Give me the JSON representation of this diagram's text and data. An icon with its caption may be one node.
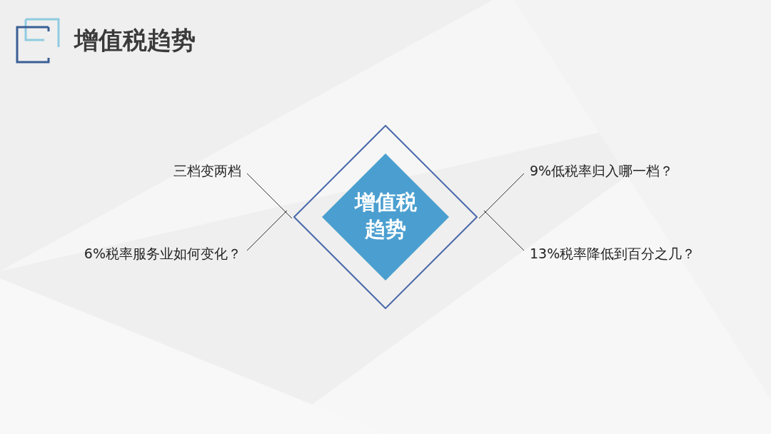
{
  "diagram": {
    "title": "增值税趋势",
    "nodes": [
      {
        "text": [],
        "shape": "diamond"
      },
      {
        "text": [
          "增值税趋势"
        ],
        "in": 0
      },
      {
        "text": [
          "三档变两档"
        ]
      },
      {
        "text": [
          "6%税率服务业如何变化？"
        ]
      },
      {
        "text": [
          "9%低税率归入哪一档？"
        ]
      },
      {
        "text": [
          "13%税率降低到百分之几？"
        ]
      }
    ],
    "edges": [
      {
        "from": 2,
        "to": 0,
        "arrow": "none"
      },
      {
        "from": 3,
        "to": 0,
        "arrow": "none"
      },
      {
        "from": 4,
        "to": 0,
        "arrow": "none"
      },
      {
        "from": 5,
        "to": 0,
        "arrow": "none"
      }
    ]
  }
}
